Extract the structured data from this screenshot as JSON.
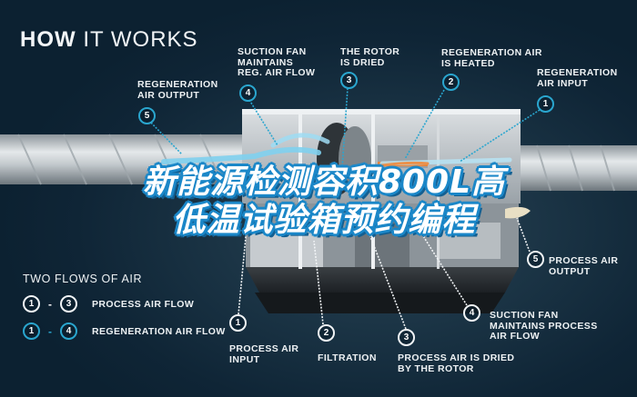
{
  "title": {
    "bold": "HOW",
    "rest": " IT WORKS"
  },
  "headline": {
    "line1": "新能源检测容积800L高",
    "line2": "低温试验箱预约编程"
  },
  "colors": {
    "background": "#0f2535",
    "regeneration_accent": "#2aa6cf",
    "process_accent": "#f1f4f6",
    "headline_outline": "#1b87c8"
  },
  "regeneration_callouts": [
    {
      "number": "5",
      "label": "REGENERATION\nAIR OUTPUT"
    },
    {
      "number": "4",
      "label": "SUCTION FAN\nMAINTAINS\nREG. AIR FLOW"
    },
    {
      "number": "3",
      "label": "THE ROTOR\nIS DRIED"
    },
    {
      "number": "2",
      "label": "REGENERATION AIR\nIS HEATED"
    },
    {
      "number": "1",
      "label": "REGENERATION\nAIR INPUT"
    }
  ],
  "process_callouts": [
    {
      "number": "1",
      "label": "PROCESS AIR\nINPUT"
    },
    {
      "number": "2",
      "label": "FILTRATION"
    },
    {
      "number": "3",
      "label": "PROCESS AIR IS DRIED\nBY THE ROTOR"
    },
    {
      "number": "4",
      "label": "SUCTION FAN\nMAINTAINS PROCESS\nAIR FLOW"
    },
    {
      "number": "5",
      "label": "PROCESS AIR\nOUTPUT"
    }
  ],
  "legend": {
    "title": "TWO FLOWS OF AIR",
    "rows": [
      {
        "from": "1",
        "dash": "-",
        "to": "3",
        "label": "PROCESS AIR FLOW"
      },
      {
        "from": "1",
        "dash": "-",
        "to": "4",
        "label": "REGENERATION AIR FLOW"
      }
    ]
  }
}
